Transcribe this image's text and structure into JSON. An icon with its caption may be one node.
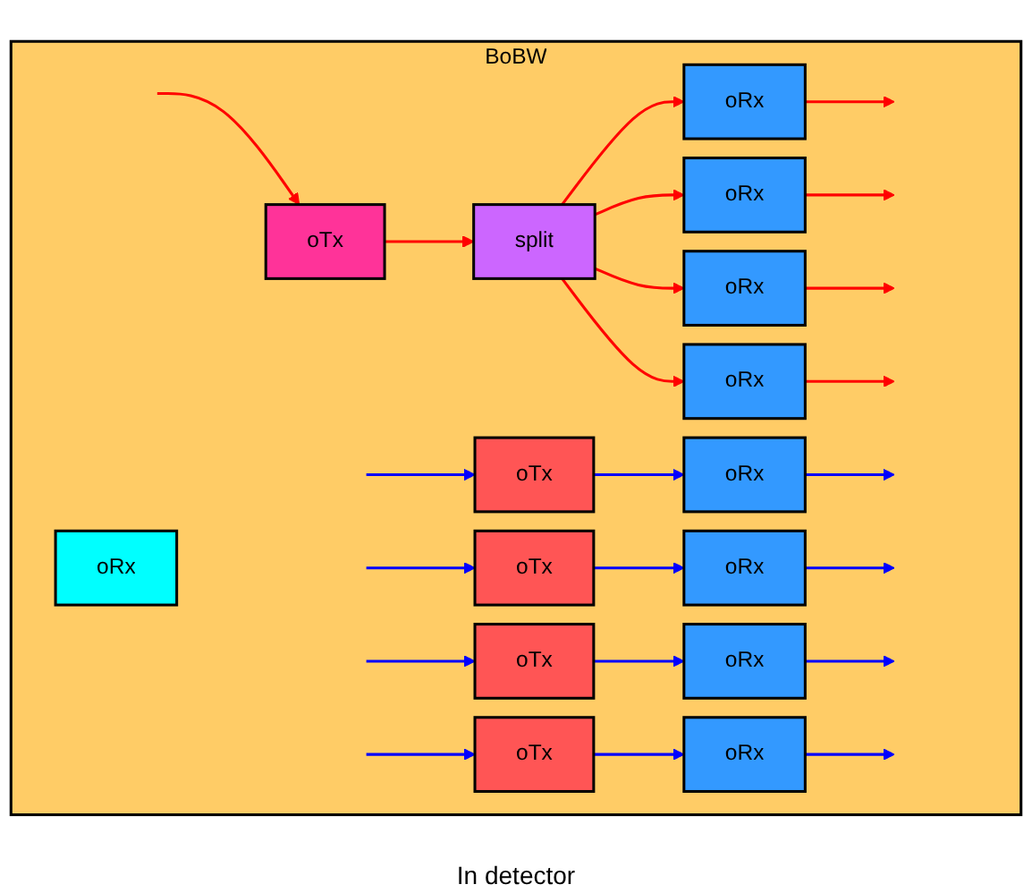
{
  "diagram": {
    "nodes": [
      {
        "text": [
          "BoBW"
        ]
      },
      {
        "text": [
          "oRx"
        ],
        "in": 0
      },
      {
        "text": [
          "oTx"
        ],
        "in": 0
      },
      {
        "text": [
          "oRx"
        ],
        "in": 0
      },
      {
        "text": [
          "oTx"
        ],
        "in": 0
      },
      {
        "text": [
          "oRx"
        ],
        "in": 0
      },
      {
        "text": [
          "oTx"
        ],
        "in": 0
      },
      {
        "text": [
          "oRx"
        ],
        "in": 0
      },
      {
        "text": [
          "oTx"
        ],
        "in": 0
      },
      {
        "text": [
          "split"
        ],
        "in": 0
      },
      {
        "text": [
          "oRx"
        ],
        "in": 0
      },
      {
        "text": [
          "oTx"
        ],
        "in": 0
      },
      {
        "text": [
          "oRx"
        ],
        "in": 0
      },
      {
        "text": [
          "oRx"
        ],
        "in": 0
      },
      {
        "text": [
          "oRx"
        ],
        "in": 0
      },
      {
        "text": [
          "oRx"
        ],
        "in": 0
      }
    ],
    "edges": [
      {
        "from": 9,
        "to": 1,
        "arrow": "to",
        "color": "#ff0000"
      },
      {
        "from": 9,
        "to": 3,
        "arrow": "to",
        "color": "#ff0000"
      },
      {
        "from": 9,
        "to": 5,
        "arrow": "to",
        "color": "#ff0000"
      },
      {
        "from": 9,
        "to": 7,
        "arrow": "to",
        "color": "#ff0000"
      },
      {
        "from": 11,
        "to": 9,
        "arrow": "to",
        "color": "#ff0000"
      },
      {
        "from": null,
        "to": 11,
        "arrow": "to",
        "color": "#ff0000"
      },
      {
        "from": 2,
        "to": 12,
        "arrow": "to"
      },
      {
        "from": 4,
        "to": 13,
        "arrow": "to"
      },
      {
        "from": 6,
        "to": 14,
        "arrow": "to"
      },
      {
        "from": 8,
        "to": 15,
        "arrow": "to"
      },
      {
        "from": 1,
        "to": null,
        "arrow": "to",
        "color": "#ff0000"
      },
      {
        "from": 3,
        "to": null,
        "arrow": "to",
        "color": "#ff0000"
      },
      {
        "from": 5,
        "to": null,
        "arrow": "to",
        "color": "#ff0000"
      },
      {
        "from": 7,
        "to": null,
        "arrow": "to",
        "color": "#ff0000"
      },
      {
        "from": null,
        "to": 2,
        "arrow": "to"
      },
      {
        "from": null,
        "to": 4,
        "arrow": "to"
      },
      {
        "from": null,
        "to": 6,
        "arrow": "to"
      },
      {
        "from": null,
        "to": 8,
        "arrow": "to"
      },
      {
        "from": 12,
        "to": null,
        "arrow": "to"
      },
      {
        "from": 13,
        "to": null,
        "arrow": "to"
      },
      {
        "from": 14,
        "to": null,
        "arrow": "to"
      },
      {
        "from": 15,
        "to": null,
        "arrow": "to"
      }
    ],
    "labels": [
      "In detector"
    ]
  }
}
